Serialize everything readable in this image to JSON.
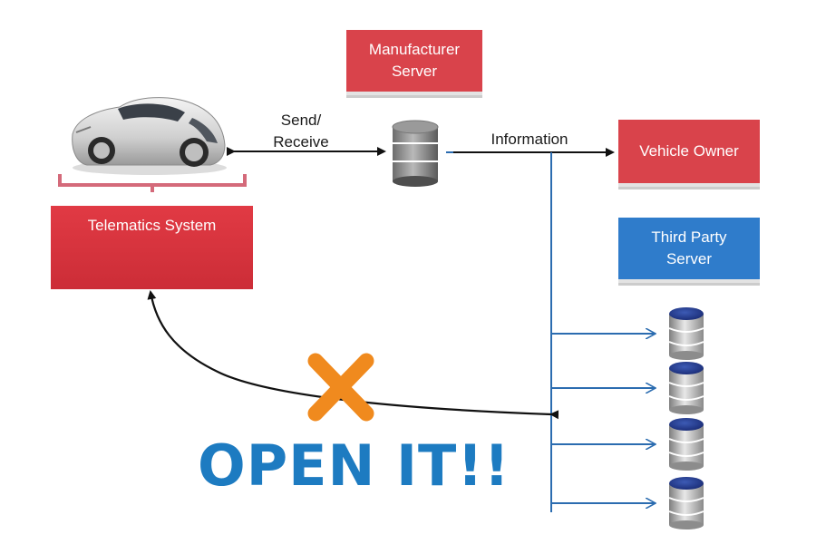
{
  "diagram": {
    "nodes": {
      "telematics_system": "Telematics System",
      "manufacturer_server": "Manufacturer\nServer",
      "vehicle_owner": "Vehicle Owner",
      "third_party_server": "Third Party\nServer"
    },
    "edge_labels": {
      "send_receive": "Send/\nReceive",
      "information": "Information"
    },
    "headline": "OPEN IT!!",
    "icons": {
      "car": "sports-car-icon",
      "server": "database-server-icon",
      "blocked": "cross-mark-icon"
    },
    "colors": {
      "red_box": "#d9434b",
      "blue_box": "#2f7ccb",
      "headline": "#1d7bc1",
      "cross": "#f08a1e",
      "connector": "#2b6cb0",
      "arrow": "#111111"
    }
  }
}
